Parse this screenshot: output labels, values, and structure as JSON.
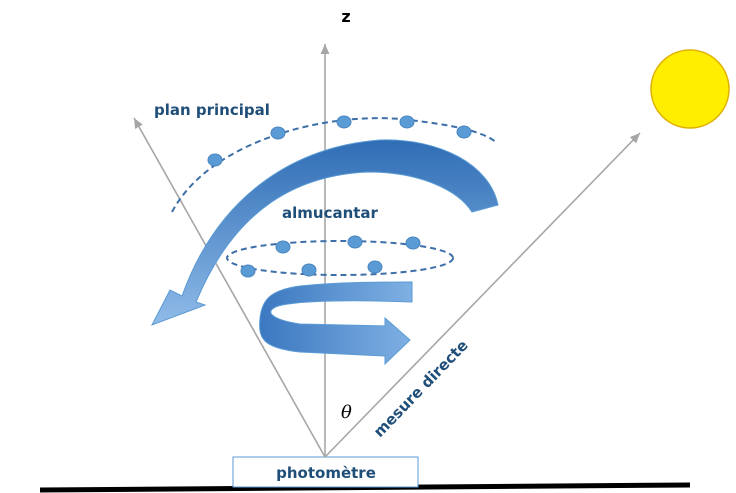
{
  "diagram": {
    "axis_label": "z",
    "principal_plane_label": "plan principal",
    "almucantar_label": "almucantar",
    "direct_measure_label": "mesure directe",
    "angle_label": "θ",
    "instrument_label": "photomètre",
    "sun_icon": "sun-icon",
    "colors": {
      "sun_fill": "#ffee00",
      "sun_stroke": "#e0b000",
      "path_dashes": "#3d6fa8",
      "dots": "#5b9bd5",
      "arrows": "#5b9bd5",
      "label_text": "#1f4e79",
      "lines": "#a6a6a6",
      "ground": "#000000"
    }
  }
}
